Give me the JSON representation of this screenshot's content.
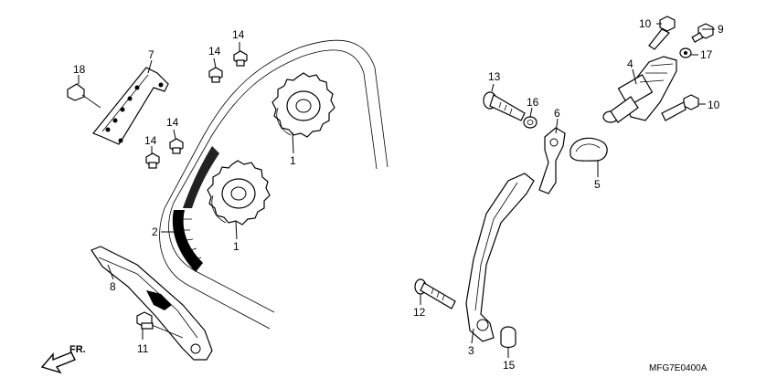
{
  "diagram_code": "MFG7E0400A",
  "direction_label": "FR.",
  "callouts": [
    {
      "key": "c1a",
      "label": "1"
    },
    {
      "key": "c1b",
      "label": "1"
    },
    {
      "key": "c2",
      "label": "2"
    },
    {
      "key": "c3",
      "label": "3"
    },
    {
      "key": "c4",
      "label": "4"
    },
    {
      "key": "c5",
      "label": "5"
    },
    {
      "key": "c6",
      "label": "6"
    },
    {
      "key": "c7",
      "label": "7"
    },
    {
      "key": "c8",
      "label": "8"
    },
    {
      "key": "c9",
      "label": "9"
    },
    {
      "key": "c10a",
      "label": "10"
    },
    {
      "key": "c10b",
      "label": "10"
    },
    {
      "key": "c11",
      "label": "11"
    },
    {
      "key": "c12",
      "label": "12"
    },
    {
      "key": "c13",
      "label": "13"
    },
    {
      "key": "c14a",
      "label": "14"
    },
    {
      "key": "c14b",
      "label": "14"
    },
    {
      "key": "c14c",
      "label": "14"
    },
    {
      "key": "c14d",
      "label": "14"
    },
    {
      "key": "c15",
      "label": "15"
    },
    {
      "key": "c16",
      "label": "16"
    },
    {
      "key": "c17",
      "label": "17"
    },
    {
      "key": "c18",
      "label": "18"
    }
  ]
}
